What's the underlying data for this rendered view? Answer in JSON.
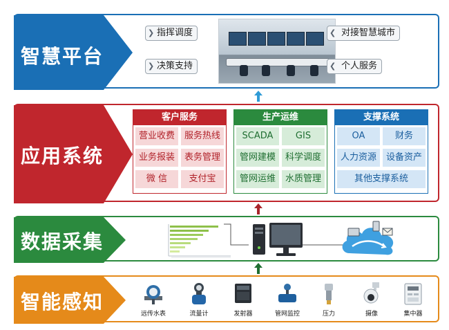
{
  "layers": {
    "platform": {
      "title": "智慧平台",
      "color": "#1a6fb5",
      "tags_left": [
        "指挥调度",
        "决策支持"
      ],
      "tags_right": [
        "对接智慧城市",
        "个人服务"
      ]
    },
    "application": {
      "title": "应用系统",
      "color": "#c0262d",
      "columns": [
        {
          "header": "客户服务",
          "color": "#c0262d",
          "items": [
            "营业收费",
            "服务热线",
            "业务报装",
            "表务管理",
            "微 信",
            "支付宝"
          ]
        },
        {
          "header": "生产运维",
          "color": "#2b8a3e",
          "items": [
            "SCADA",
            "GIS",
            "管网建模",
            "科学调度",
            "管网运维",
            "水质管理"
          ]
        },
        {
          "header": "支撑系统",
          "color": "#1a6fb5",
          "items": [
            "OA",
            "财务",
            "人力资源",
            "设备资产",
            "其他支撑系统"
          ]
        }
      ]
    },
    "data": {
      "title": "数据采集",
      "color": "#2b8a3e"
    },
    "sensing": {
      "title": "智能感知",
      "color": "#e58a1a",
      "devices": [
        {
          "label": "远传水表",
          "icon": "water-meter-icon"
        },
        {
          "label": "流量计",
          "icon": "flow-meter-icon"
        },
        {
          "label": "发射器",
          "icon": "transmitter-icon"
        },
        {
          "label": "管网监控",
          "icon": "pipe-monitor-icon"
        },
        {
          "label": "压力",
          "icon": "pressure-sensor-icon"
        },
        {
          "label": "摄像",
          "icon": "camera-icon"
        },
        {
          "label": "集中器",
          "icon": "concentrator-icon"
        }
      ]
    }
  }
}
